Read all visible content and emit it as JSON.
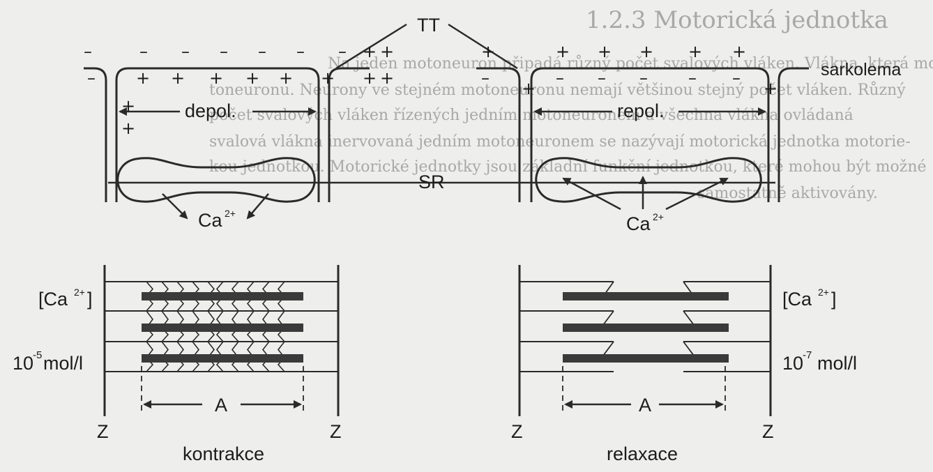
{
  "labels": {
    "tt": "TT",
    "sarkolema": "sarkolema",
    "depol": "depol.",
    "repol": "repol.",
    "sr": "SR",
    "ca_left": "Ca",
    "ca_right": "Ca",
    "ca_sup": "2+",
    "ca_bracket_left": "[Ca",
    "ca_bracket_right": "[Ca",
    "bracket_close": "]",
    "conc_left_base": "10",
    "conc_left_exp": "-5",
    "conc_left_unit": " mol/l",
    "conc_right_base": "10",
    "conc_right_exp": "-7",
    "conc_right_unit": "mol/l",
    "z": "Z",
    "a": "A",
    "kontrakce": "kontrakce",
    "relaxace": "relaxace",
    "plus": "+",
    "minus": "–"
  },
  "background_text": {
    "heading": "1.2.3  Motorická jednotka",
    "line1": "Na jeden motoneuron připadá různý počet svalových vláken. Vlákna, která mo-",
    "line2": "toneuronu. Neurony ve stejném motoneuronu nemají většinou stejný počet vláken. Různý",
    "line3": "počet svalových vláken řízených jedním motoneuronem a všechna vlákna ovládaná",
    "line4": "svalová vlákna inervovaná jedním motoneuronem se nazývají motorická jednotka motorie-",
    "line5": "kou jednotkou. Motorické jednotky jsou základní funkční jednotkou, které mohou být možné",
    "line6": "samostatně aktivovány."
  },
  "colors": {
    "ink": "#2a2a2a",
    "filament": "#3a3a3a",
    "background": "#eeeeec",
    "bleed_text": "#a8a8a8"
  }
}
